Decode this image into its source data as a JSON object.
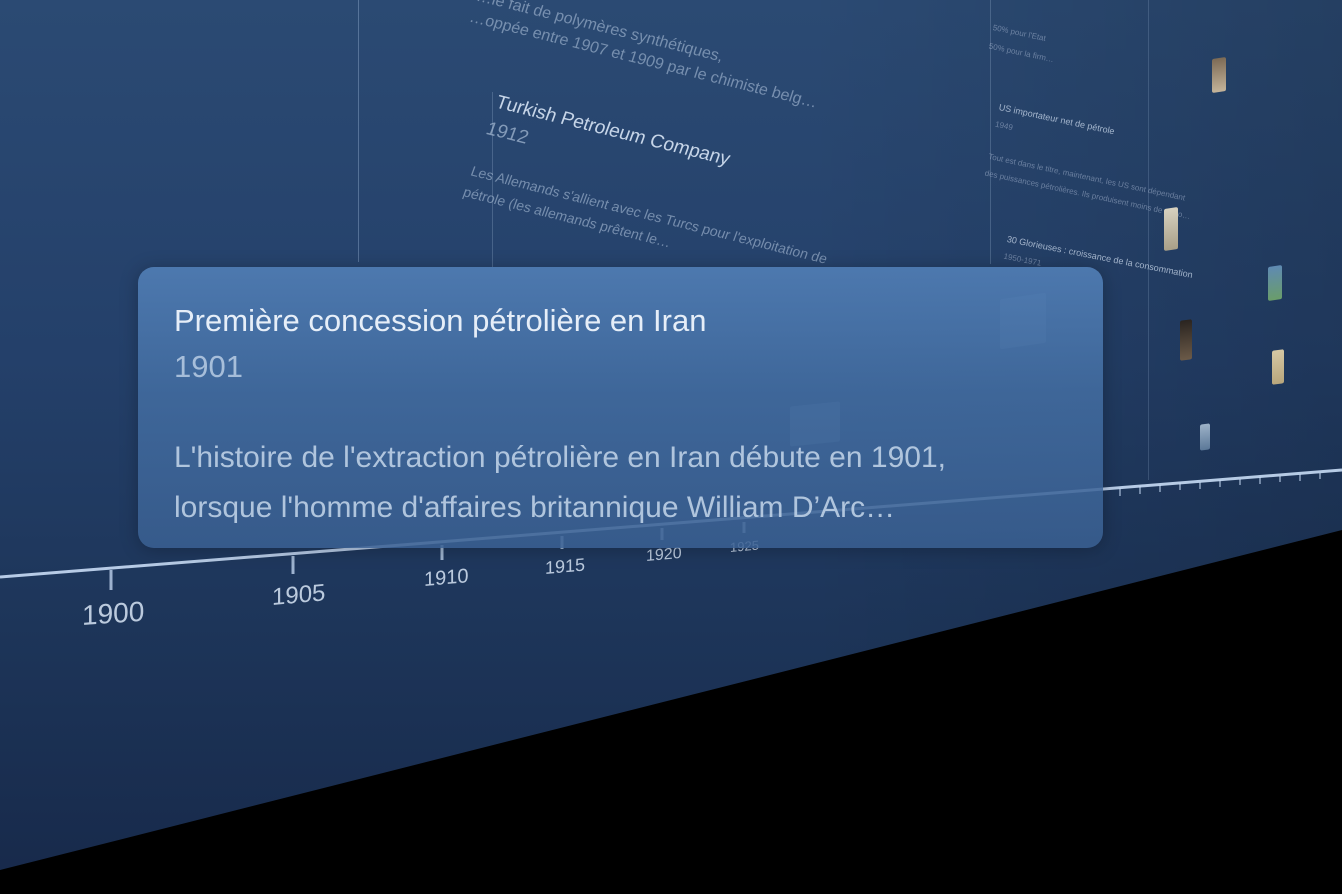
{
  "popup": {
    "title": "Première concession pétrolière en Iran",
    "year": "1901",
    "description_line1": "L'histoire de l'extraction pétrolière en Iran débute en 1901,",
    "description_line2": "lorsque l'homme d'affaires britannique William D’Arc…"
  },
  "background_events": {
    "card_plastic": {
      "line1": "…le fait de polymères synthétiques,",
      "line2": "…oppée entre 1907 et 1909 par le chimiste belg…"
    },
    "card_turkish": {
      "title": "Turkish Petroleum Company",
      "year": "1912",
      "line1": "Les Allemands s'allient avec les Turcs pour l'exploitation de",
      "line2": "pétrole (les allemands prêtent le…"
    },
    "card_us": {
      "title": "US importateur net de pétrole",
      "year": "1949",
      "text1": "Tout est dans le titre, maintenant, les US sont dépendant",
      "text2": "des puissances pétrolières. Ils produisent moins de pétro…",
      "top1": "50% pour l'Etat",
      "top2": "50% pour la firm…"
    },
    "card_glorieuses": {
      "title": "30 Glorieuses : croissance de la consommation",
      "year": "1950-1971"
    }
  },
  "axis": {
    "ticks": [
      "1900",
      "1905",
      "1910",
      "1915",
      "1920",
      "1925"
    ]
  },
  "colors": {
    "wall_top": "#2b4a73",
    "wall_bottom": "#17294a",
    "popup": "#4f7db4",
    "background": "#000000"
  }
}
